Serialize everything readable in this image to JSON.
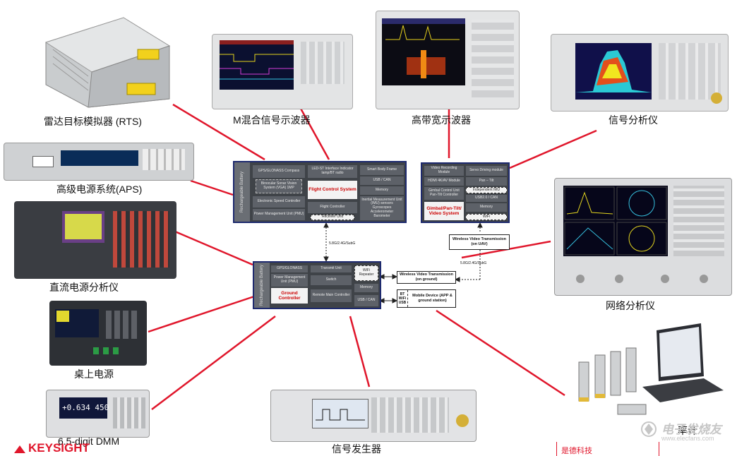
{
  "labels": {
    "rts": "雷达目标模拟器 (RTS)",
    "mso": "M混合信号示波器",
    "hbw": "高带宽示波器",
    "sa": "信号分析仪",
    "aps": "高级电源系统(APS)",
    "dcpa": "直流电源分析仪",
    "na": "网络分析仪",
    "desk": "桌上电源",
    "dmm": "6.5-digit DMM",
    "siggen": "信号发生器",
    "meter": "率计"
  },
  "brand": {
    "logo": "KEYSIGHT",
    "watermark": "电子发烧友",
    "watermark_url": "www.elecfans.com",
    "corner": "是德科技"
  },
  "dmm_reading": "+0.634 450",
  "flight": {
    "side": "Rechargeable Battery",
    "gps": "GPS/GLONASS Compass",
    "vision": "Binocular Sonar Vision System (VGA) 1MP",
    "led": "LED-ST Interface Indicator lamp/BT radio",
    "title": "Flight Control System",
    "esc": "Electronic Speed Controller",
    "pmu": "Power Management Unit (PMU)",
    "fc": "Flight Controller",
    "recv": "Receiver Unit",
    "sbf": "Smart Body Frame",
    "usb": "USB / CAN",
    "memory": "Memory",
    "imu": "Inertial Measurement Unit (IMU) sensors",
    "imu_items": [
      "Gyroscopes",
      "Accelerometer",
      "Barometer"
    ]
  },
  "gimbal": {
    "vrm": "Video Recording Module",
    "servo": "Servo Driving module",
    "hdmi": "HDMI 4K/AV Module",
    "pantilt": "Pan – Tilt",
    "gcu": "Gimbal Control Unit Pan-Tilt Controller",
    "indep": "Independent IMU",
    "usbcan": "USB2.0 / CAN",
    "title": "Gimbal/Pan-Tilt/ Video System",
    "memory": "Memory",
    "wifi": "WiFi"
  },
  "ground": {
    "side": "Rechargeable Battery",
    "gps": "GPS/GLONASS",
    "pmu": "Power Management Unit (PMU)",
    "title": "Ground Controller",
    "tx": "Transmit Unit",
    "switch": "Switch",
    "rc": "Remote Main Controller",
    "wifi": "WiFi Repeater",
    "memory": "Memory",
    "usb": "USB / CAN"
  },
  "links": {
    "air_ground": "5.8G/2.4G/SubG",
    "video_link": "5.8G/2.4G/SubG",
    "wvt_air": "Wireless Video Transmission (on UAV)",
    "wvt_ground": "Wireless Video Transmission (on ground)",
    "bt": "BT WiFi USB",
    "mobile": "Mobile Device (APP & ground station)"
  },
  "colors": {
    "connector": "#e0162b",
    "block_border": "#1e2a6e",
    "block_fill": "#3f4348",
    "accent_red": "#c5161d"
  }
}
